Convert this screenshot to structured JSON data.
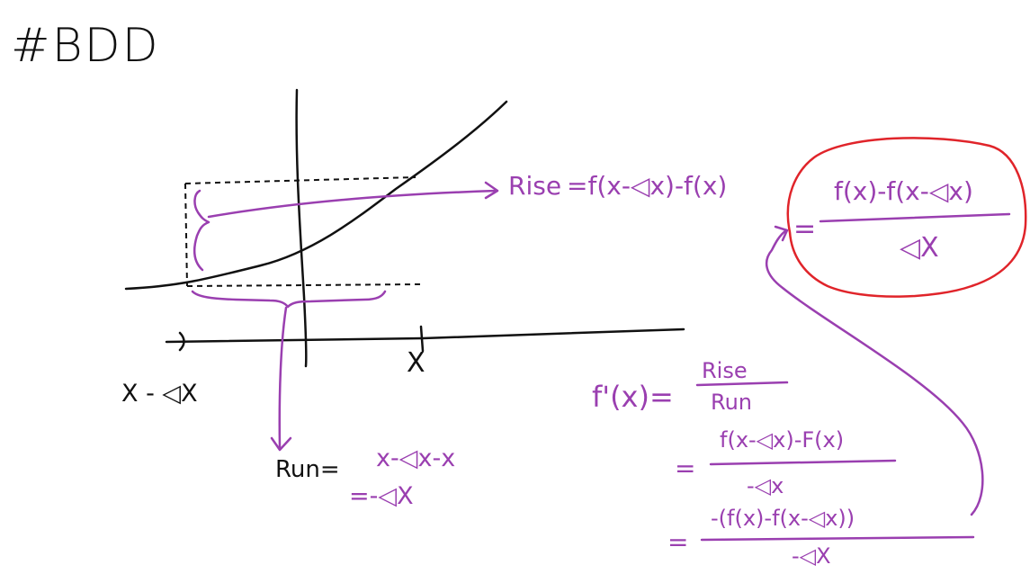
{
  "title": "#BDD",
  "colors": {
    "black_ink": "#111111",
    "purple_ink": "#9a3fb0",
    "red_ink": "#e0242a"
  },
  "graph": {
    "x_tick_label": "X",
    "x_minus_tick_label": "X - ◁X"
  },
  "rise": {
    "label": "Rise",
    "expression": "=f(x-◁x)-f(x)"
  },
  "run": {
    "label": "Run=",
    "line1": "x-◁x-x",
    "line2": "=-◁X"
  },
  "boxed": {
    "equals": "=",
    "numerator": "f(x)-f(x-◁x)",
    "denominator": "◁X"
  },
  "derivative": {
    "lhs": "f'(x)=",
    "frac1_num": "Rise",
    "frac1_den": "Run",
    "line2_eq": "=",
    "line2_num": "f(x-◁x)-F(x)",
    "line2_den": "-◁x",
    "line3_eq": "=",
    "line3_num": "-(f(x)-f(x-◁x))",
    "line3_den": "-◁X"
  }
}
